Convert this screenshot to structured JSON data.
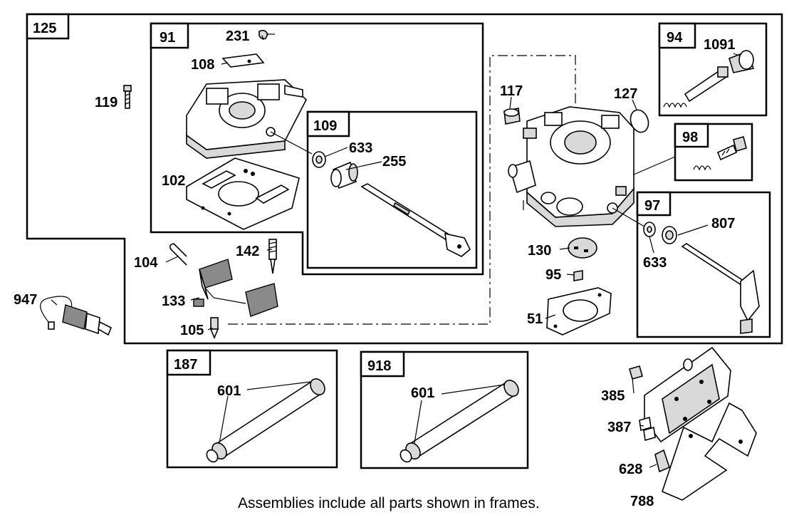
{
  "frames": {
    "f125": "125",
    "f91": "91",
    "f109": "109",
    "f94": "94",
    "f98": "98",
    "f97": "97",
    "f187": "187",
    "f918": "918"
  },
  "parts": {
    "p231": "231",
    "p108": "108",
    "p119": "119",
    "p102": "102",
    "p633a": "633",
    "p255": "255",
    "p104": "104",
    "p142": "142",
    "p133": "133",
    "p105": "105",
    "p947": "947",
    "p117": "117",
    "p127": "127",
    "p1091": "1091",
    "p130": "130",
    "p95": "95",
    "p51": "51",
    "p807": "807",
    "p633b": "633",
    "p601a": "601",
    "p601b": "601",
    "p385": "385",
    "p387": "387",
    "p628": "628",
    "p788": "788"
  },
  "caption": "Assemblies include all parts shown in frames."
}
